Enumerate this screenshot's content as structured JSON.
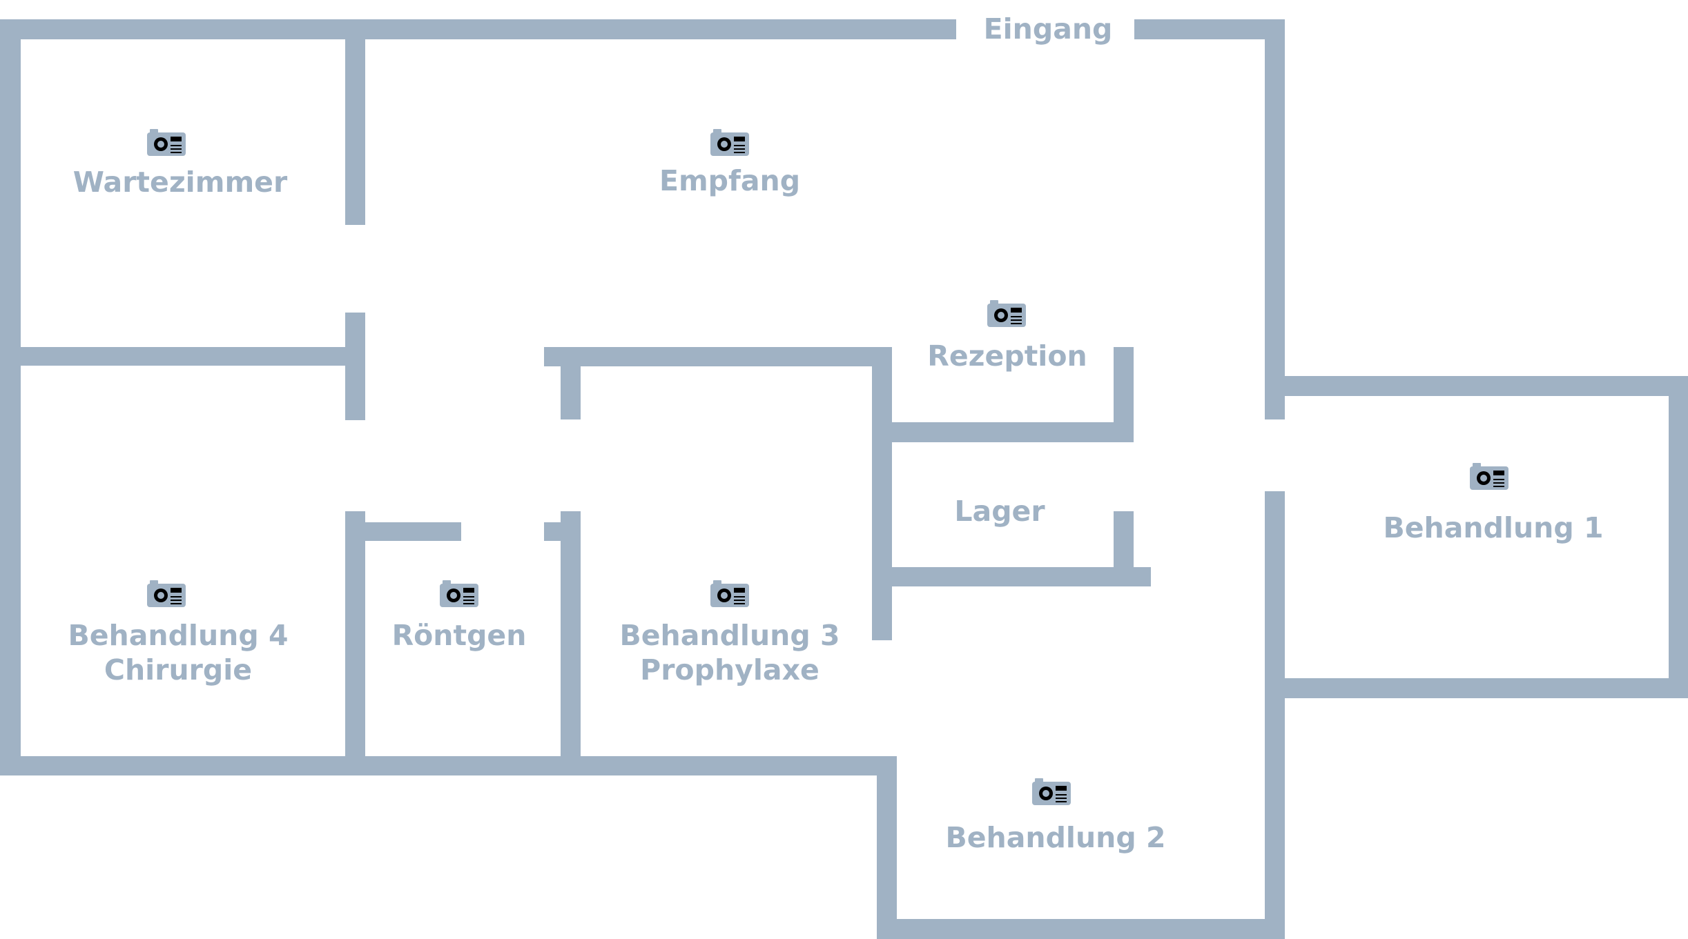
{
  "floorplan": {
    "entrance_label": "Eingang",
    "accent_color": "#a0b2c4",
    "rooms": [
      {
        "id": "wartezimmer",
        "lines": [
          "Wartezimmer"
        ],
        "camera_icon": true
      },
      {
        "id": "empfang",
        "lines": [
          "Empfang"
        ],
        "camera_icon": true
      },
      {
        "id": "rezeption",
        "lines": [
          "Rezeption"
        ],
        "camera_icon": true
      },
      {
        "id": "lager",
        "lines": [
          "Lager"
        ],
        "camera_icon": false
      },
      {
        "id": "behandlung-1",
        "lines": [
          "Behandlung 1"
        ],
        "camera_icon": true
      },
      {
        "id": "behandlung-4",
        "lines": [
          "Behandlung 4",
          "Chirurgie"
        ],
        "camera_icon": true
      },
      {
        "id": "roentgen",
        "lines": [
          "Röntgen"
        ],
        "camera_icon": true
      },
      {
        "id": "behandlung-3",
        "lines": [
          "Behandlung 3",
          "Prophylaxe"
        ],
        "camera_icon": true
      },
      {
        "id": "behandlung-2",
        "lines": [
          "Behandlung 2"
        ],
        "camera_icon": true
      }
    ]
  }
}
